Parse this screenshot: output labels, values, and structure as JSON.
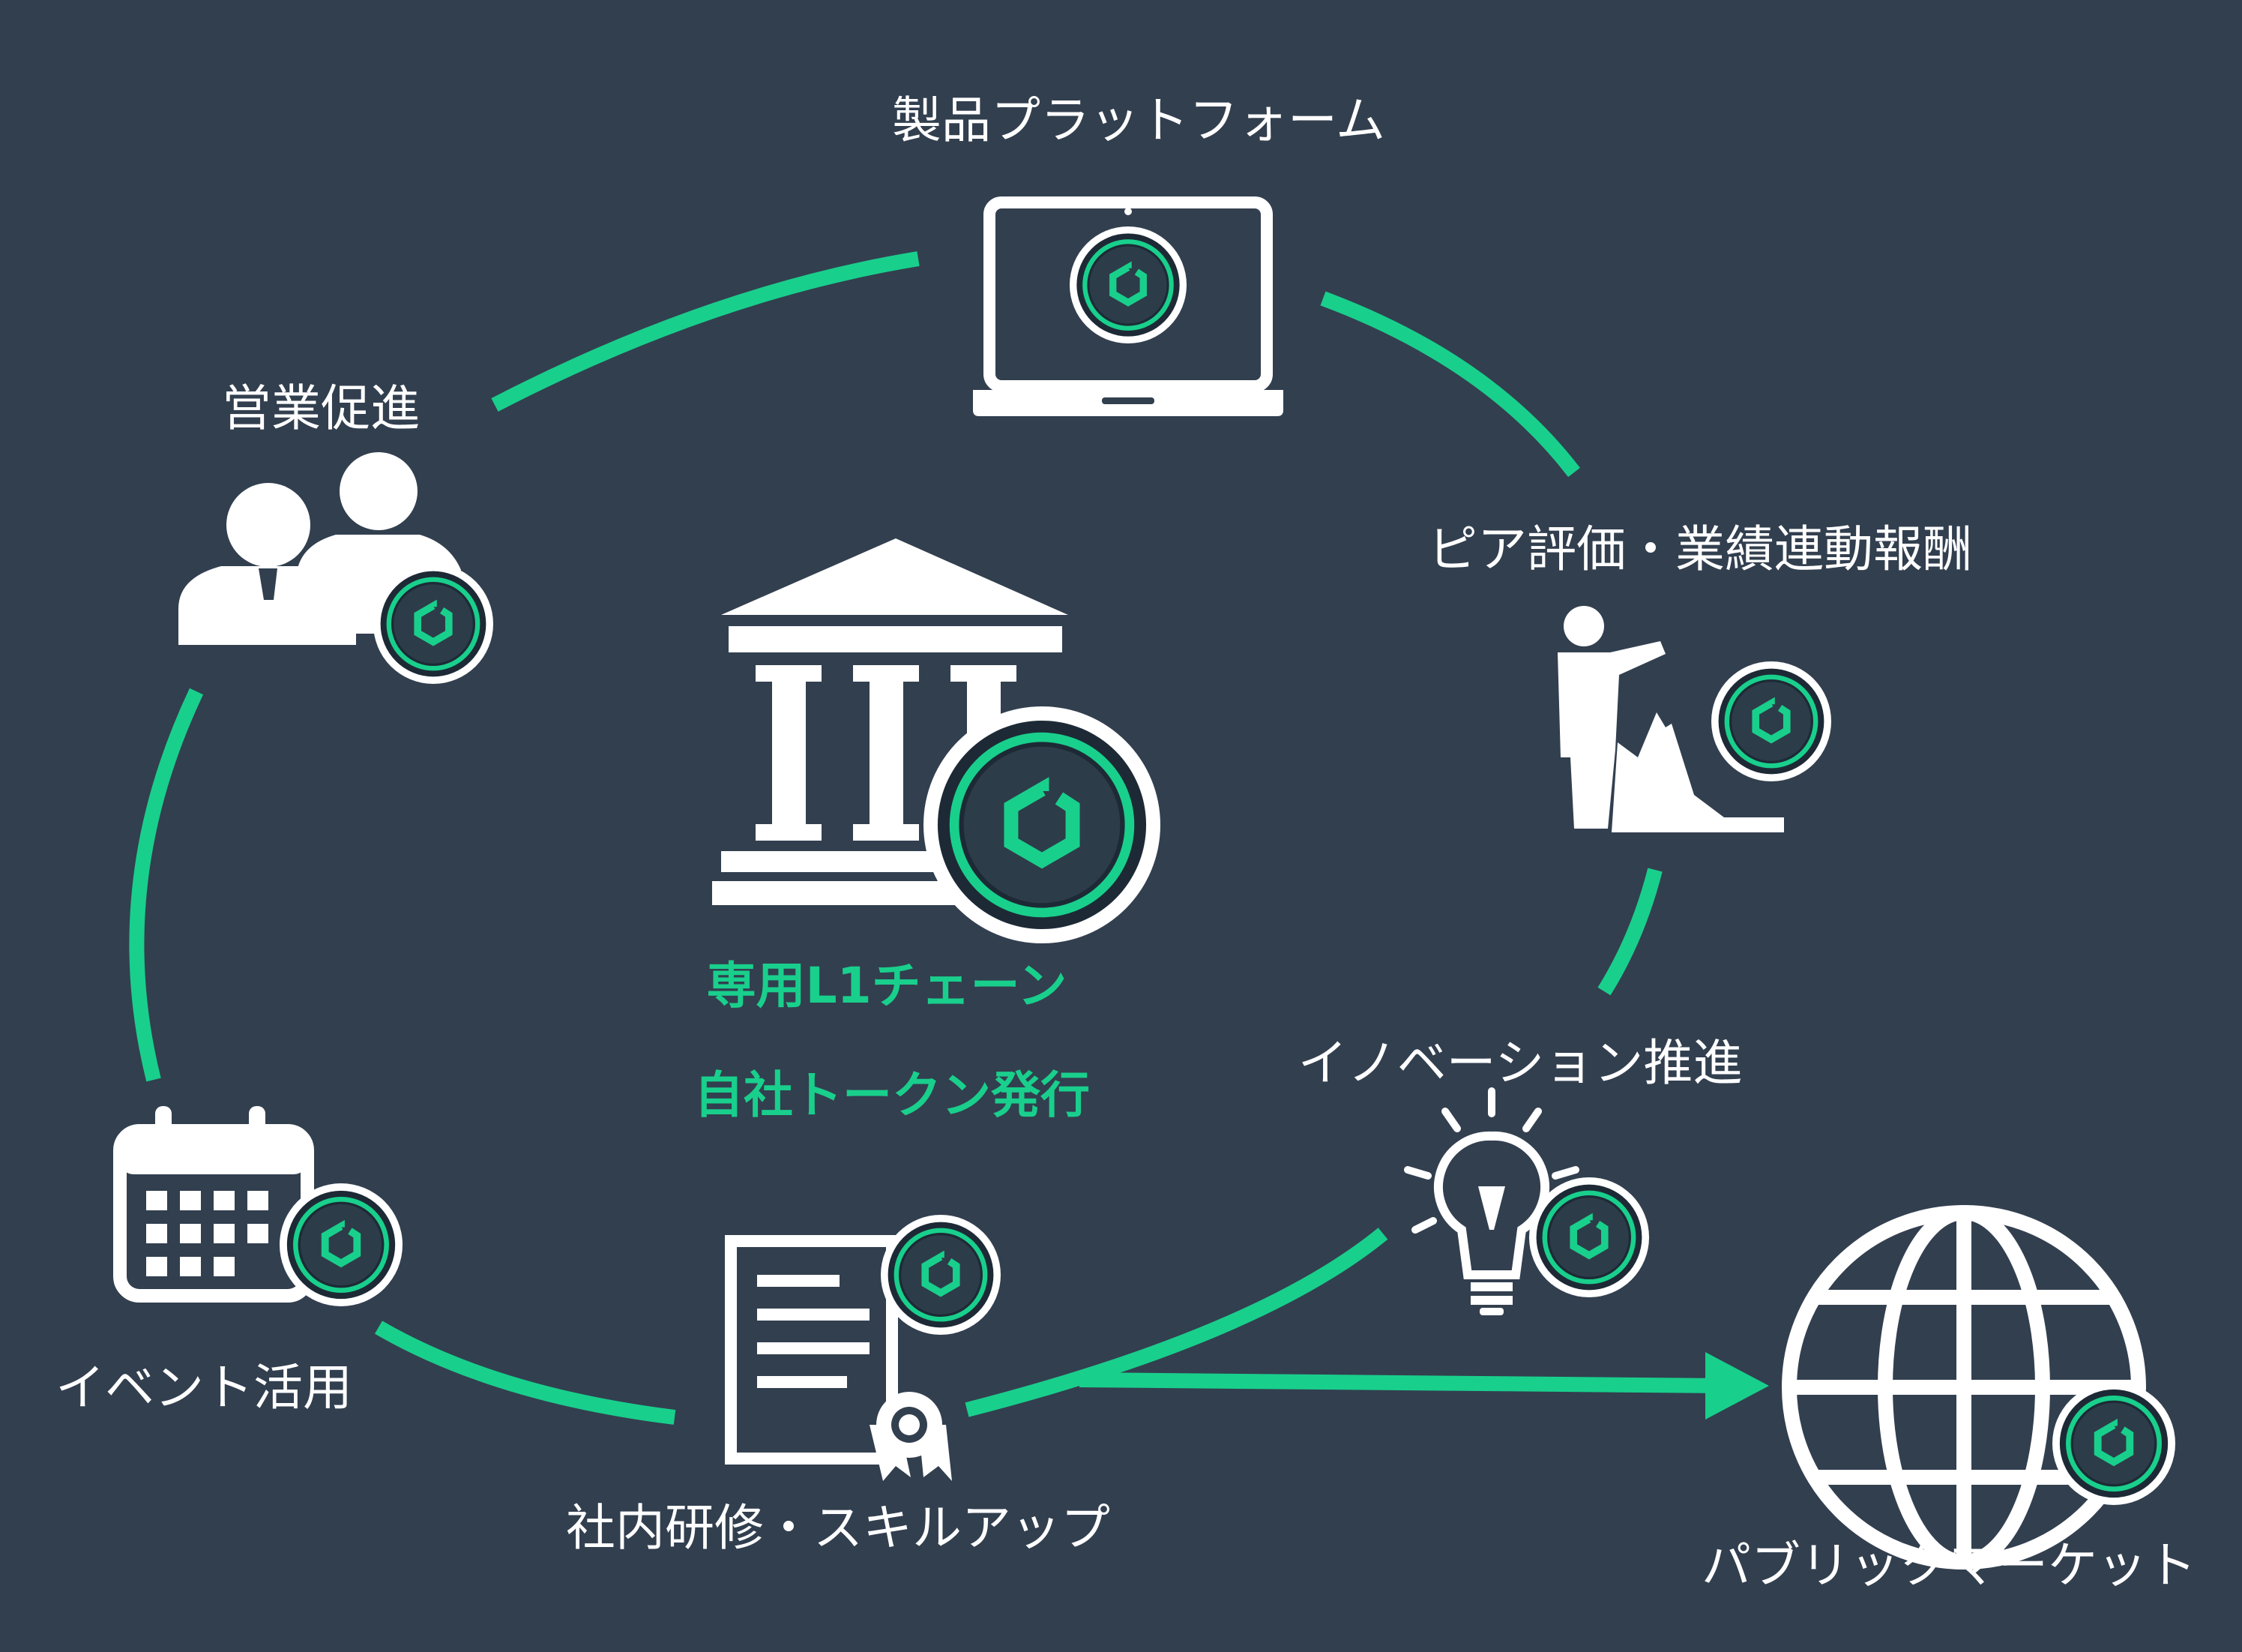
{
  "colors": {
    "background": "#323f4f",
    "accent": "#19cf8c",
    "icon": "#ffffff",
    "coin_fill": "#2d3c49"
  },
  "center": {
    "line1": "専用L1チェーン",
    "line2": "自社トークン発行",
    "icon": "bank-icon"
  },
  "nodes": {
    "platform": {
      "label": "製品プラットフォーム",
      "icon": "laptop-icon"
    },
    "sales": {
      "label": "営業促進",
      "icon": "business-people-icon"
    },
    "peer": {
      "label": "ピア評価・業績連動報酬",
      "icon": "presenter-chart-icon"
    },
    "innovation": {
      "label": "イノベーション推進",
      "icon": "lightbulb-icon"
    },
    "event": {
      "label": "イベント活用",
      "icon": "calendar-icon"
    },
    "training": {
      "label": "社内研修・スキルアップ",
      "icon": "certificate-icon"
    },
    "market": {
      "label": "パブリックマーケット",
      "icon": "globe-icon"
    }
  },
  "coin_icon": "token-coin-icon",
  "arrow_icon": "arrow-right-icon"
}
